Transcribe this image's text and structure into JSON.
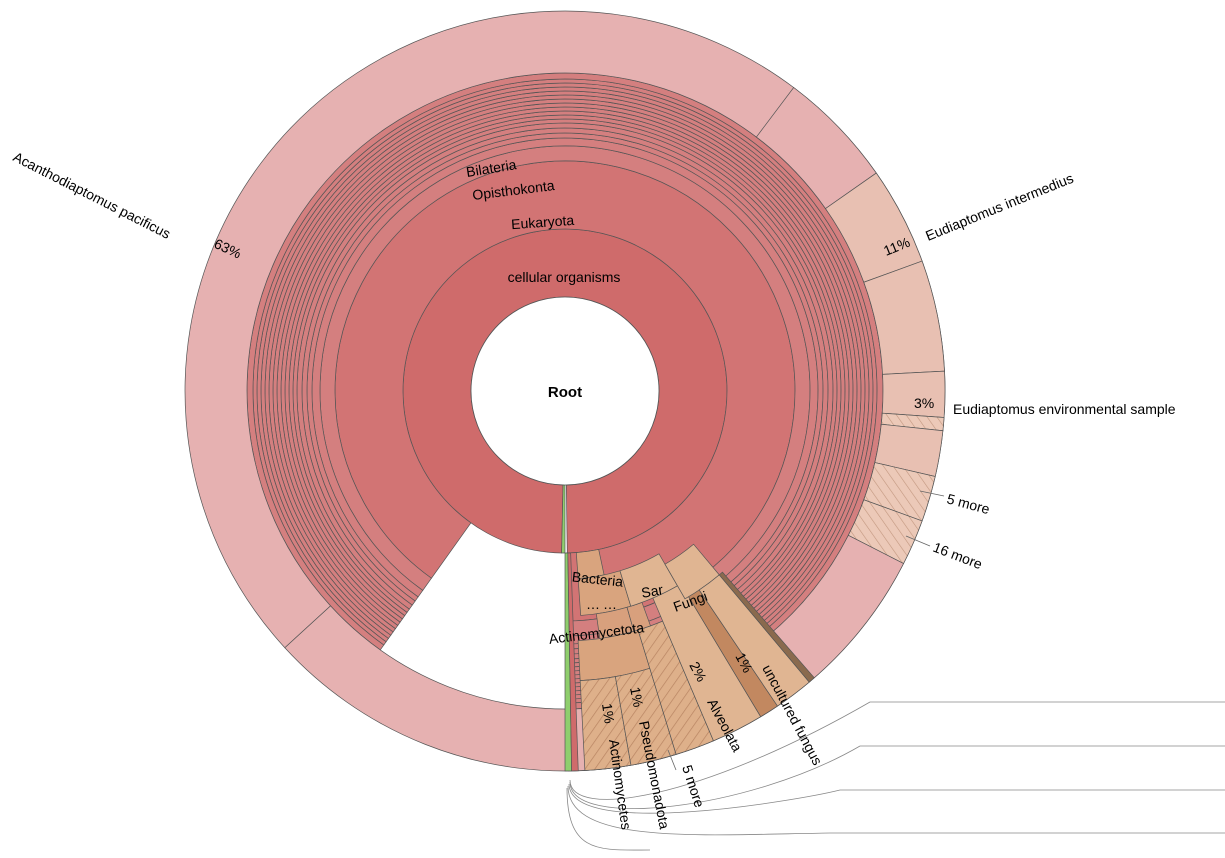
{
  "chart_data": {
    "type": "sunburst",
    "root": "Root",
    "colors": {
      "eukaryota": "#cf6b6b",
      "opisthokonta_rings": "#d47f7f",
      "acanthodiaptomus": "#e6b1b1",
      "eudiaptomus": "#e8c0b2",
      "bacteria_branch": "#d9a47e",
      "fungi_branch": "#e0b592",
      "green_sliver": "#8fce6d",
      "hatch_line": "#b47e5b",
      "stroke": "#555555"
    },
    "inner_labels": [
      "cellular organisms",
      "Eukaryota",
      "Opisthokonta",
      "Bilateria"
    ],
    "branch_labels": [
      "Bacteria",
      "Actinomycetota",
      "Sar",
      "Fungi",
      "…",
      "…"
    ],
    "leaves": [
      {
        "name": "Acanthodiaptomus pacificus",
        "percent": "63%",
        "value": 63
      },
      {
        "name": "Eudiaptomus intermedius",
        "percent": "11%",
        "value": 11
      },
      {
        "name": "Eudiaptomus environmental sample",
        "percent": "3%",
        "value": 3
      },
      {
        "name": "5 more",
        "percent": "",
        "value": 2
      },
      {
        "name": "16 more",
        "percent": "",
        "value": 2
      },
      {
        "name": "uncultured fungus",
        "percent": "1%",
        "value": 1
      },
      {
        "name": "Alveolata",
        "percent": "2%",
        "value": 2
      },
      {
        "name": "5 more",
        "percent": "",
        "value": 1
      },
      {
        "name": "Pseudomonadota",
        "percent": "1%",
        "value": 1
      },
      {
        "name": "Actinomycetes",
        "percent": "1%",
        "value": 1
      }
    ]
  }
}
